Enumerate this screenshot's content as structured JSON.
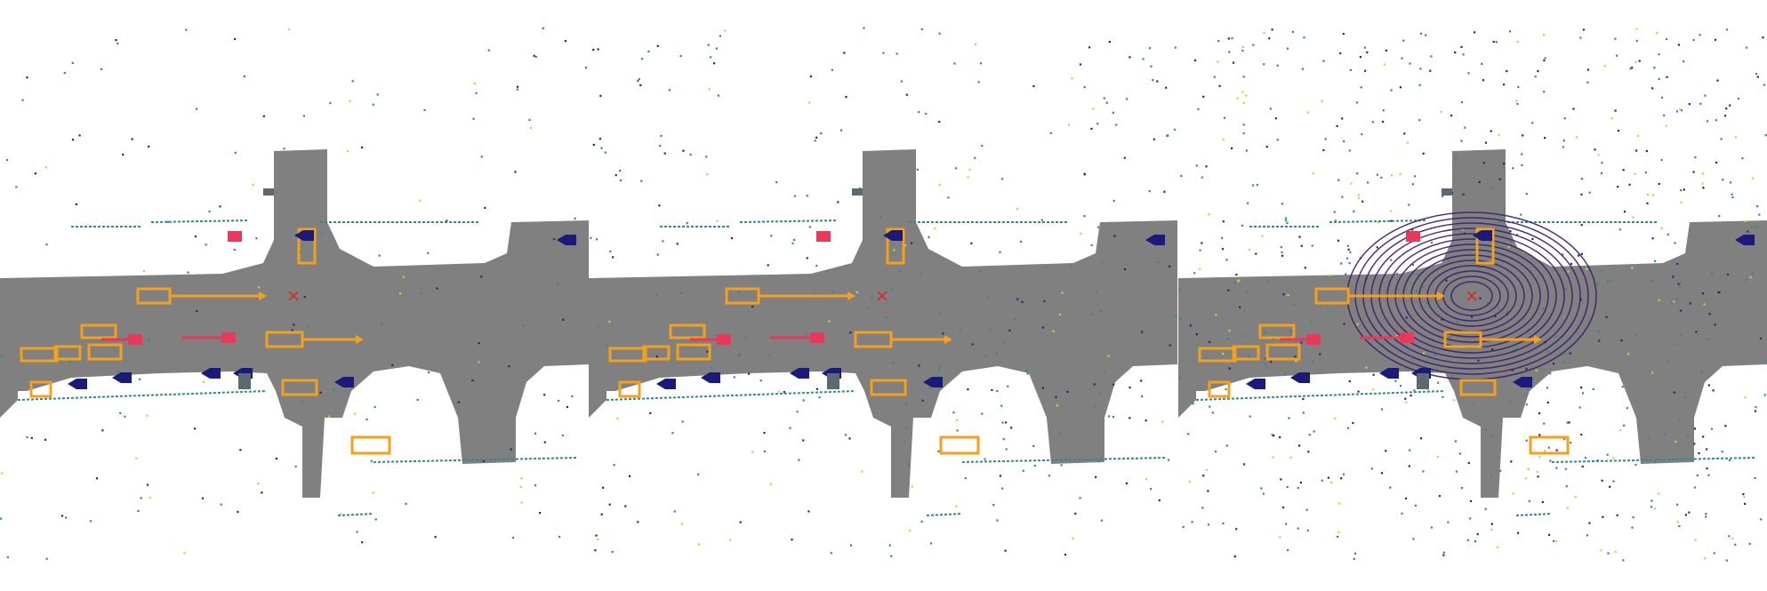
{
  "colors": {
    "background": "#ffffff",
    "road": "#808080",
    "lidar_near": "#3b1d6e",
    "lidar_mid": "#2c8c8c",
    "lidar_far": "#b6dd3c",
    "box": "#f5a01a",
    "pedestrian": "#e8395a",
    "car_marker": "#1a1a7a",
    "static": "#5a6a70",
    "ego": "#e02020"
  },
  "panels": [
    {
      "id": "panel-1",
      "lidar_density": "sparse",
      "shows_ego_marker": true
    },
    {
      "id": "panel-2",
      "lidar_density": "medium",
      "shows_ego_marker": true
    },
    {
      "id": "panel-3",
      "lidar_density": "dense",
      "shows_ego_marker": true
    }
  ],
  "icons": [
    "ego-vehicle-icon",
    "car-marker-icon",
    "pedestrian-icon",
    "detection-box-icon"
  ]
}
